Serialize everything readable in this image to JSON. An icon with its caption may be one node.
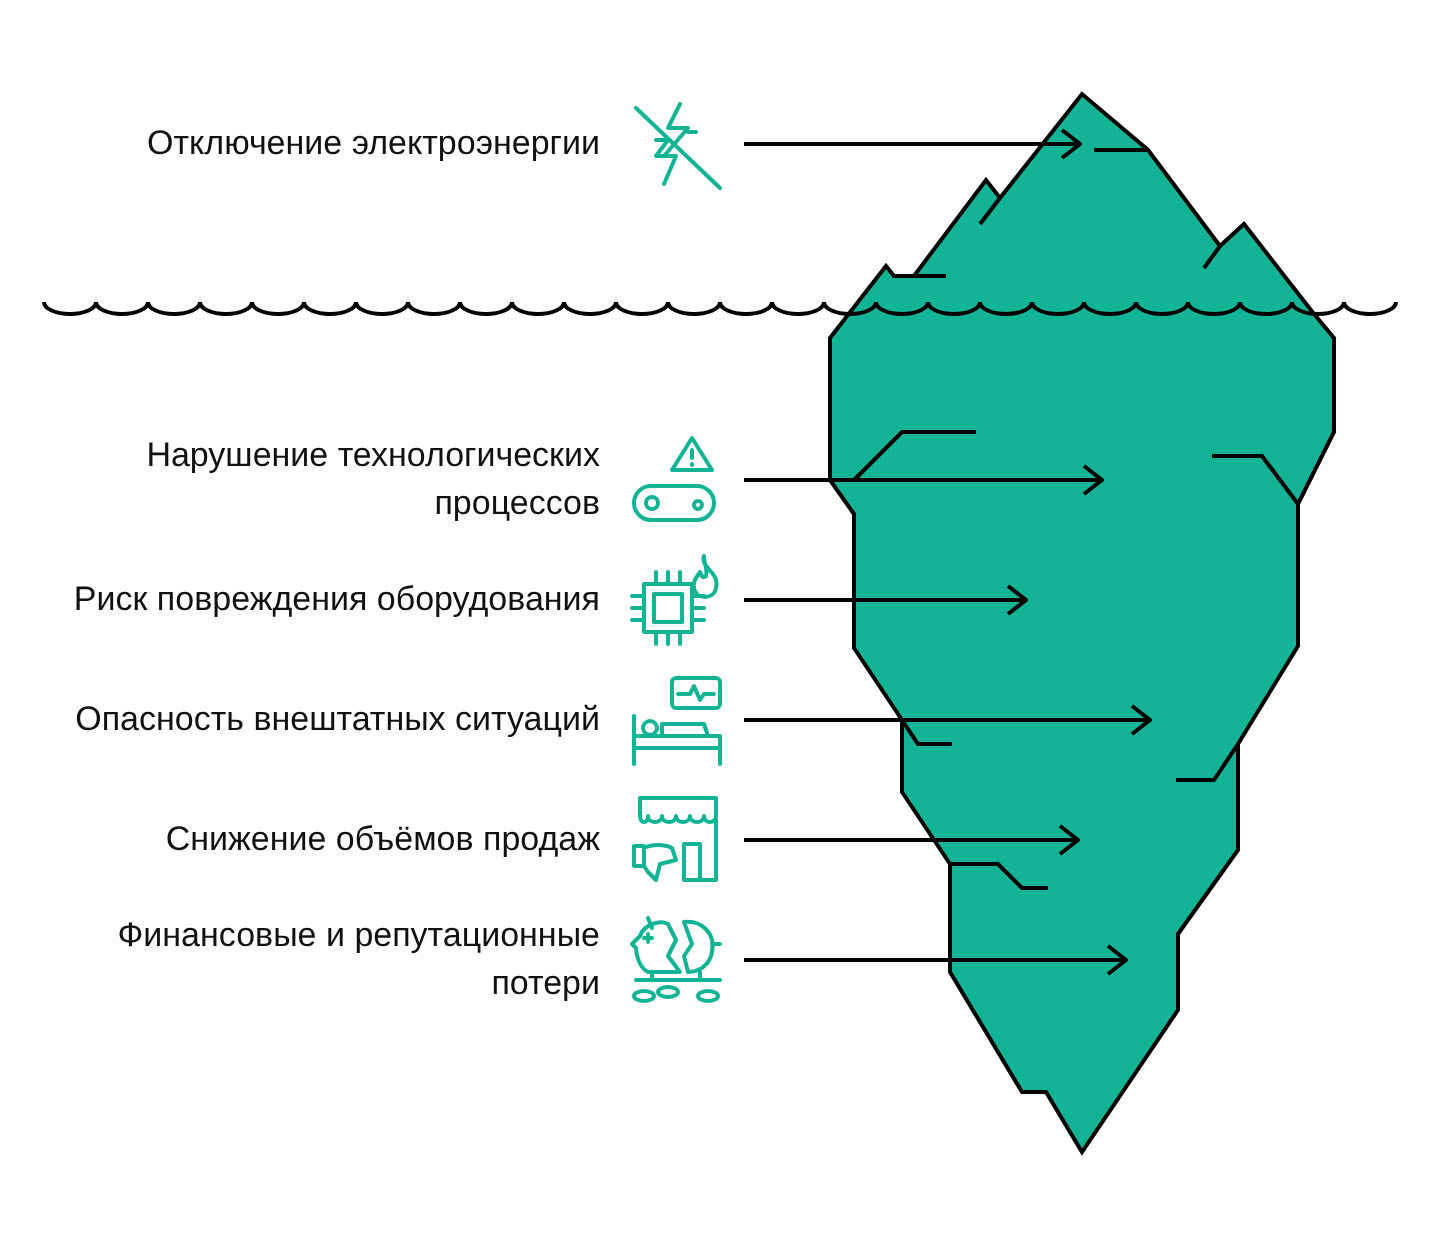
{
  "diagram": {
    "nodes": [
      {
        "text": [
          "Отключение электроэнергии"
        ]
      },
      {
        "text": [
          "Нарушение технологических процессов"
        ]
      },
      {
        "text": [
          "Риск повреждения оборудования"
        ]
      },
      {
        "text": [
          "Опасность внештатных ситуаций"
        ]
      },
      {
        "text": [
          "Снижение объёмов продаж"
        ]
      },
      {
        "text": [
          "Финансовые и репутационные потери"
        ]
      }
    ],
    "edges": [
      {
        "from": 0,
        "to": null,
        "arrow": "to"
      },
      {
        "from": 1,
        "to": null,
        "arrow": "to"
      },
      {
        "from": 2,
        "to": null,
        "arrow": "to"
      },
      {
        "from": 3,
        "to": null,
        "arrow": "to"
      },
      {
        "from": 4,
        "to": null,
        "arrow": "to"
      },
      {
        "from": 5,
        "to": null,
        "arrow": "to"
      }
    ]
  }
}
